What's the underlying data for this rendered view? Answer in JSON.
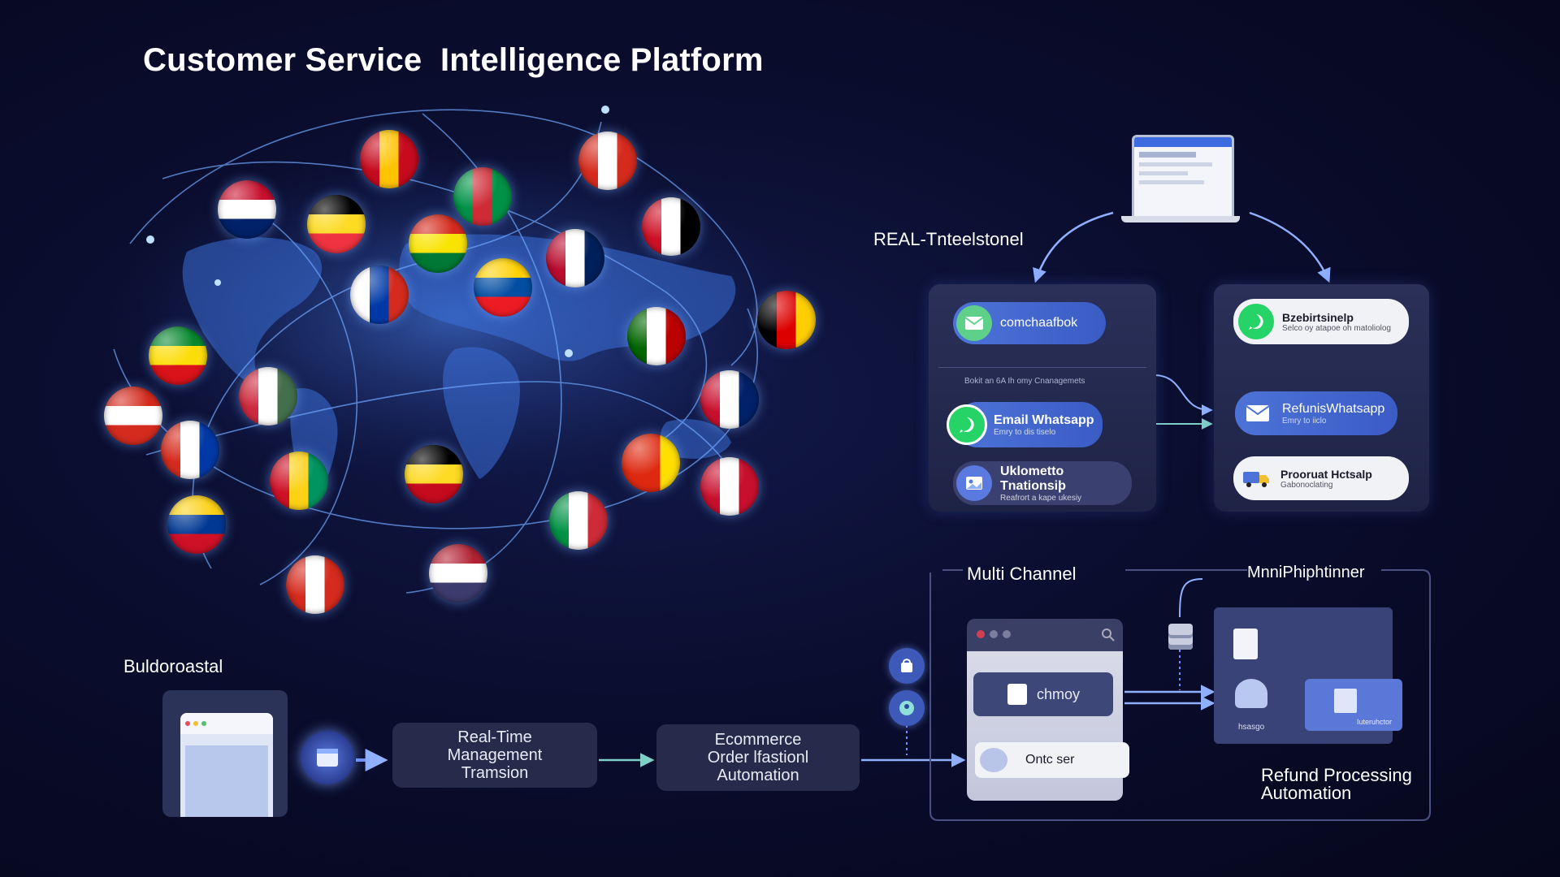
{
  "title": "Customer Service  Intelligence Platform",
  "colors": {
    "background": "#0a0d2e",
    "accent": "#4d73d8",
    "glow": "#6fa8ff",
    "whatsapp": "#25d366"
  },
  "labels": {
    "real_time": "REAL-Tnteelstonel",
    "multi_channel": "Multi Channel",
    "omni": "MnniPhiphtinner",
    "bottom_left": "Buldoroastal",
    "refund_processing": "Refund Processing\nAutomation"
  },
  "left_panel": {
    "top_pill": {
      "icon": "mail-icon",
      "text": "comchaafbok"
    },
    "section_text": "Bokit an 6A Ih omy Cnanagemets",
    "whatsapp_pill": {
      "icon": "whatsapp-icon",
      "text": "Email Whatsapp",
      "sub": "Emry to dis tiselo"
    },
    "bottom_pill": {
      "icon": "photo-icon",
      "text": "Uklometto Tnationsiþ",
      "sub": "Reafrort a kape ukesiy"
    }
  },
  "right_panel": {
    "top_pill": {
      "icon": "whatsapp-icon",
      "text": "Bzebirtsinelp",
      "sub": "Selco oy atapoe  oh matoliolog"
    },
    "mid_pill": {
      "icon": "mail-icon",
      "text": "RefunisWhatsapp",
      "sub": "Emry to iiclo"
    },
    "bottom_pill": {
      "icon": "delivery-truck-icon",
      "text": "Prooruat Hctsalp",
      "sub": "Gabonoclating"
    }
  },
  "flow": [
    {
      "text": "Real-Time\nManagement\nTramsion"
    },
    {
      "text": "Ecommerce\nOrder lfastionl\nAutomation"
    }
  ],
  "multi_channel_window": {
    "search_text": "chmoy",
    "bottom_text": "Ontc ser"
  },
  "omni_panel": {
    "left_caption": "hsasgo",
    "right_caption": "Iuteruhctor"
  },
  "flags": [
    {
      "name": "uk",
      "colors": [
        "#c8102e",
        "#ffffff",
        "#012169"
      ]
    },
    {
      "name": "spain",
      "colors": [
        "#c60b1e",
        "#ffc400",
        "#c60b1e"
      ]
    },
    {
      "name": "canada-red",
      "colors": [
        "#d52b1e",
        "#ffffff",
        "#d52b1e"
      ]
    },
    {
      "name": "belgium",
      "colors": [
        "#000000",
        "#fdda24",
        "#ef3340"
      ]
    },
    {
      "name": "italy-green",
      "colors": [
        "#009246",
        "#ce2b37",
        "#009246"
      ]
    },
    {
      "name": "egypt",
      "colors": [
        "#ce1126",
        "#ffffff",
        "#000000"
      ]
    },
    {
      "name": "bolivia",
      "colors": [
        "#d52b1e",
        "#f9e300",
        "#007934"
      ]
    },
    {
      "name": "russia",
      "colors": [
        "#ffffff",
        "#0039a6",
        "#d52b1e"
      ]
    },
    {
      "name": "norway",
      "colors": [
        "#ba0c2f",
        "#ffffff",
        "#00205b"
      ]
    },
    {
      "name": "ecuador",
      "colors": [
        "#ffd100",
        "#034ea2",
        "#ed1c24"
      ]
    },
    {
      "name": "germany",
      "colors": [
        "#000000",
        "#dd0000",
        "#ffce00"
      ]
    },
    {
      "name": "kenya",
      "colors": [
        "#006600",
        "#ffffff",
        "#bb0000"
      ]
    },
    {
      "name": "ethiopia",
      "colors": [
        "#078930",
        "#fcdd09",
        "#da121a"
      ]
    },
    {
      "name": "hungary",
      "colors": [
        "#cd2a3e",
        "#ffffff",
        "#436f4d"
      ]
    },
    {
      "name": "uk-2",
      "colors": [
        "#c8102e",
        "#ffffff",
        "#012169"
      ]
    },
    {
      "name": "switzerland",
      "colors": [
        "#d52b1e",
        "#ffffff",
        "#d52b1e"
      ]
    },
    {
      "name": "chile",
      "colors": [
        "#d52b1e",
        "#ffffff",
        "#0039a6"
      ]
    },
    {
      "name": "guinea",
      "colors": [
        "#ce1126",
        "#fcd116",
        "#009460"
      ]
    },
    {
      "name": "spain-2",
      "colors": [
        "#000000",
        "#fdda24",
        "#c60b1e"
      ]
    },
    {
      "name": "china",
      "colors": [
        "#de2910",
        "#de2910",
        "#ffde00"
      ]
    },
    {
      "name": "austria",
      "colors": [
        "#c8102e",
        "#ffffff",
        "#c8102e"
      ]
    },
    {
      "name": "colombia",
      "colors": [
        "#fcd116",
        "#003893",
        "#ce1126"
      ]
    },
    {
      "name": "italy",
      "colors": [
        "#009246",
        "#ffffff",
        "#ce2b37"
      ]
    },
    {
      "name": "canada",
      "colors": [
        "#d52b1e",
        "#ffffff",
        "#d52b1e"
      ]
    },
    {
      "name": "usa",
      "colors": [
        "#b22234",
        "#ffffff",
        "#3c3b6e"
      ]
    }
  ]
}
